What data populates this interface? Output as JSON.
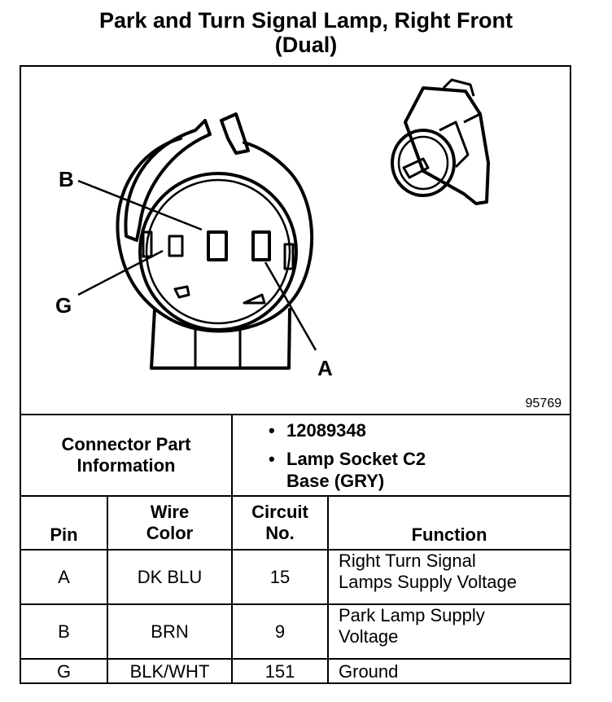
{
  "title_line1": "Park and Turn Signal Lamp, Right Front",
  "title_line2": "(Dual)",
  "diagram": {
    "figure_number": "95769",
    "pin_labels": {
      "b": "B",
      "g": "G",
      "a": "A"
    }
  },
  "connector_info": {
    "label_line1": "Connector Part",
    "label_line2": "Information",
    "part_number": "12089348",
    "description_line1": "Lamp Socket C2",
    "description_line2": "Base (GRY)",
    "bullet": "•"
  },
  "table": {
    "headers": {
      "pin": "Pin",
      "wire_line1": "Wire",
      "wire_line2": "Color",
      "circuit_line1": "Circuit",
      "circuit_line2": "No.",
      "function": "Function"
    },
    "rows": [
      {
        "pin": "A",
        "wire": "DK BLU",
        "circuit": "15",
        "function_line1": "Right Turn Signal",
        "function_line2": "Lamps Supply Voltage"
      },
      {
        "pin": "B",
        "wire": "BRN",
        "circuit": "9",
        "function_line1": "Park Lamp Supply",
        "function_line2": "Voltage"
      },
      {
        "pin": "G",
        "wire": "BLK/WHT",
        "circuit": "151",
        "function_line1": "Ground",
        "function_line2": ""
      }
    ]
  }
}
